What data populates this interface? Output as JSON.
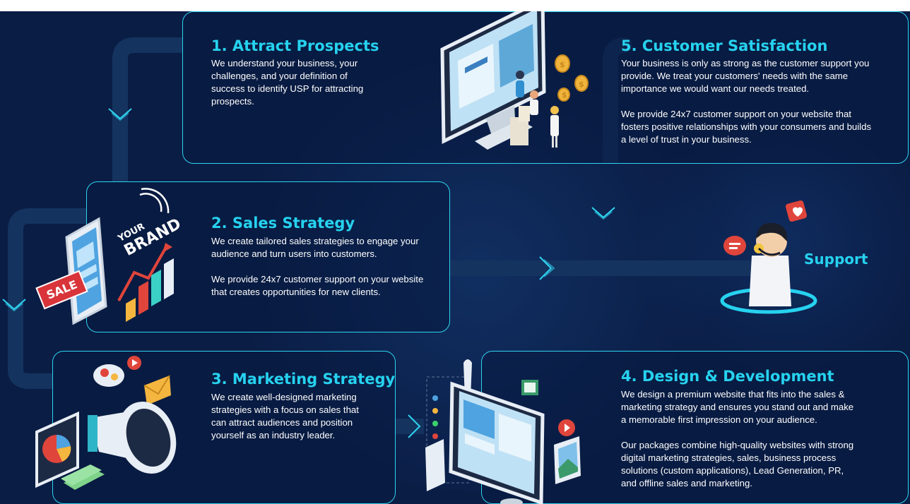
{
  "steps": [
    {
      "title": "1. Attract Prospects",
      "paragraphs": [
        "We understand your business, your challenges, and your definition of success to identify USP for attracting prospects."
      ]
    },
    {
      "title": "2. Sales Strategy",
      "paragraphs": [
        "We create tailored sales strategies to engage your audience and turn users into customers.",
        "We provide 24x7 customer support on your website that creates opportunities for new clients."
      ],
      "illustration": {
        "word1": "YOUR",
        "word2": "BRAND",
        "sale": "SALE"
      }
    },
    {
      "title": "3. Marketing Strategy",
      "paragraphs": [
        "We create well-designed marketing strategies with a focus on sales that can attract audiences and position yourself as an industry leader."
      ]
    },
    {
      "title": "4. Design & Development",
      "paragraphs": [
        "We design a premium website that fits into the sales & marketing strategy and ensures you stand out and make a memorable first impression on your audience.",
        "Our packages combine high-quality websites with strong digital marketing strategies, sales, business process solutions (custom applications), Lead Generation, PR, and offline sales and marketing."
      ]
    },
    {
      "title": "5. Customer Satisfaction",
      "paragraphs": [
        "Your business is only as strong as the customer support you provide. We treat your customers' needs with the same importance we would want our needs treated.",
        "We provide 24x7 customer support on your website that fosters positive relationships with your consumers and builds a level of trust in your business."
      ]
    }
  ],
  "support": {
    "label": "Support"
  },
  "colors": {
    "background": "#0a1d45",
    "accent": "#26d2ef",
    "text": "#ffffff",
    "flow_line": "#15335f"
  }
}
